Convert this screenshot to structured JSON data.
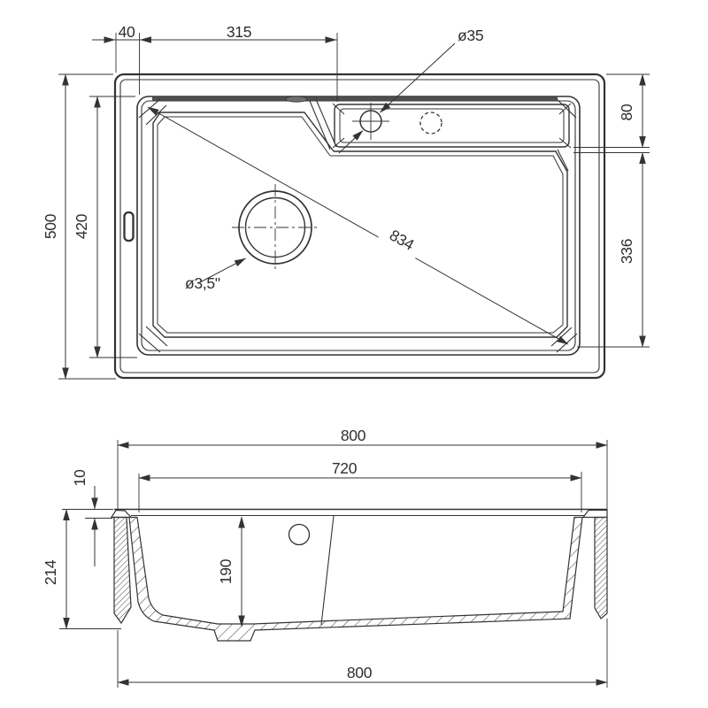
{
  "title": "Sink technical drawing",
  "colors": {
    "line": "#333333",
    "band": "#4f4f4f",
    "background": "#ffffff"
  },
  "labels": {
    "top_view": {
      "offset_left": "40",
      "bowl_to_deck": "315",
      "overall_depth": "500",
      "bowl_depth": "420",
      "deck_height": "80",
      "bowl_right_height": "336",
      "diagonal": "834",
      "tap_hole_diameter": "ø35",
      "drain_diameter": "ø3,5\""
    },
    "section_view": {
      "overall_width_top": "800",
      "inner_width": "720",
      "rim_height": "10",
      "total_height": "214",
      "bowl_inner_depth": "190",
      "overall_width_bottom": "800"
    }
  }
}
